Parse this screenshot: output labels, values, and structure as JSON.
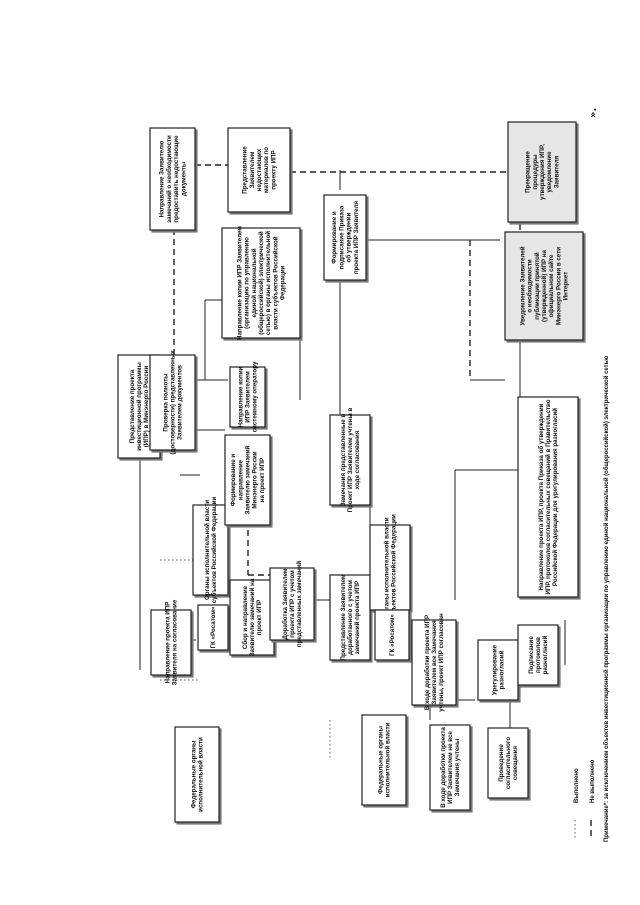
{
  "boxes": [
    {
      "id": "b1",
      "text": [
        "Представление проекта",
        "инвестиционной программы",
        "(ИПР) в Минэнерго России"
      ],
      "gray": false,
      "shadow": true
    },
    {
      "id": "b2",
      "text": [
        "Проверка полноты",
        "(достоверности) представленных",
        "Заявителем документов"
      ],
      "gray": false,
      "shadow": true
    },
    {
      "id": "b3",
      "text": [
        "Направление Заявителю",
        "замечаний о необходимости",
        "предоставить недостающие",
        "документы"
      ],
      "gray": false,
      "shadow": true
    },
    {
      "id": "b4",
      "text": [
        "Представление",
        "Заявителем",
        "недостающих",
        "материалов по",
        "проекту ИПР"
      ],
      "gray": false,
      "shadow": true
    },
    {
      "id": "b5",
      "text": [
        "Направление копии ИПР Заявителем",
        "(организацию по управлению",
        "единой национальной",
        "(общероссийской) электрической",
        "сетью) в органы исполнительной",
        "власти субъектов Российской",
        "Федерации"
      ],
      "gray": false,
      "shadow": true
    },
    {
      "id": "b6",
      "text": [
        "Направление копии",
        "ИПР Заявителем",
        "системному оператору"
      ],
      "gray": false,
      "shadow": true
    },
    {
      "id": "b7",
      "text": [
        "Формирование и",
        "подписание Приказа",
        "об утверждении",
        "проекта ИПР Заявителя"
      ],
      "gray": false,
      "shadow": true
    },
    {
      "id": "b8",
      "text": [
        "Уведомление Заявителей",
        "о необходимости",
        "публикации принятой",
        "(утвержденной) ИПР на",
        "официальном сайте",
        "Минэнерго России в сети",
        "Интернет"
      ],
      "gray": true,
      "shadow": true
    },
    {
      "id": "b9",
      "text": [
        "Прекращение",
        "процедуры",
        "утверждения ИПР,",
        "уведомление",
        "Заявителя"
      ],
      "gray": true,
      "shadow": true
    },
    {
      "id": "b10",
      "text": [
        "Направление проекта ИПР",
        "Заявителя на согласование"
      ],
      "gray": false,
      "shadow": true
    },
    {
      "id": "b11",
      "text": [
        "Органы исполнительной власти",
        "субъектов Российской Федерации"
      ],
      "gray": false,
      "shadow": true
    },
    {
      "id": "b12",
      "text": [
        "Формирование и",
        "направление",
        "Заявителю замечаний",
        "Минэнерго России",
        "на проект ИПР"
      ],
      "gray": false,
      "shadow": true
    },
    {
      "id": "b13",
      "text": [
        "Замечания представленные в",
        "Проект ИПР Заявителем учтены в",
        "ходе согласования"
      ],
      "gray": false,
      "shadow": true
    },
    {
      "id": "b14",
      "text": [
        "Федеральные органы",
        "исполнительной власти"
      ],
      "gray": false,
      "shadow": true
    },
    {
      "id": "b15",
      "text": [
        "ГК «Росатом»"
      ],
      "gray": false,
      "shadow": true
    },
    {
      "id": "b16",
      "text": [
        "Сбор и направление",
        "Заявителю замечаний на",
        "проект ИПР"
      ],
      "gray": false,
      "shadow": true
    },
    {
      "id": "b17",
      "text": [
        "Доработка Заявителем",
        "проекта ИПР с учетом",
        "представленных замечаний"
      ],
      "gray": false,
      "shadow": true
    },
    {
      "id": "b18",
      "text": [
        "Представление Заявителем",
        "доработанного с учетом",
        "замечаний проекта ИПР"
      ],
      "gray": false,
      "shadow": true
    },
    {
      "id": "b19",
      "text": [
        "Органы исполнительной власти",
        "субъектов Российской Федерации"
      ],
      "gray": false,
      "shadow": true
    },
    {
      "id": "b20",
      "text": [
        "Федеральные органы",
        "исполнительной власти"
      ],
      "gray": false,
      "shadow": true
    },
    {
      "id": "b21",
      "text": [
        "ГК «Росатом»"
      ],
      "gray": false,
      "shadow": true
    },
    {
      "id": "b22",
      "text": [
        "В ходе доработки проекта ИПР",
        "Заявителем все Замечания",
        "учтены, проект ИПР согласован"
      ],
      "gray": false,
      "shadow": true
    },
    {
      "id": "b23",
      "text": [
        "В ходе доработки проекта",
        "ИПР Заявителем не все",
        "Замечания учтены"
      ],
      "gray": false,
      "shadow": true
    },
    {
      "id": "b24",
      "text": [
        "Урегулирование",
        "разногласий"
      ],
      "gray": false,
      "shadow": true
    },
    {
      "id": "b25",
      "text": [
        "Подписание",
        "протоколов",
        "разногласий"
      ],
      "gray": false,
      "shadow": true
    },
    {
      "id": "b26",
      "text": [
        "Проведение",
        "согласительного",
        "совещания"
      ],
      "gray": false,
      "shadow": true
    },
    {
      "id": "b27",
      "text": [
        "Направление проекта ИПР, проекта Приказа об утверждении",
        "ИПР, протоколов согласительных совещаний в Правительство",
        "Российской Федерации для урегулирования разногласий"
      ],
      "gray": false,
      "shadow": true
    }
  ],
  "legend": {
    "done": "Выполнено",
    "not_done": "Не выполнено"
  },
  "footnote": "Примечание*: за исключением объектов инвестиционной программы организации по управлению единой национальной (общероссийской) электрической сетью",
  "chevron": "»."
}
